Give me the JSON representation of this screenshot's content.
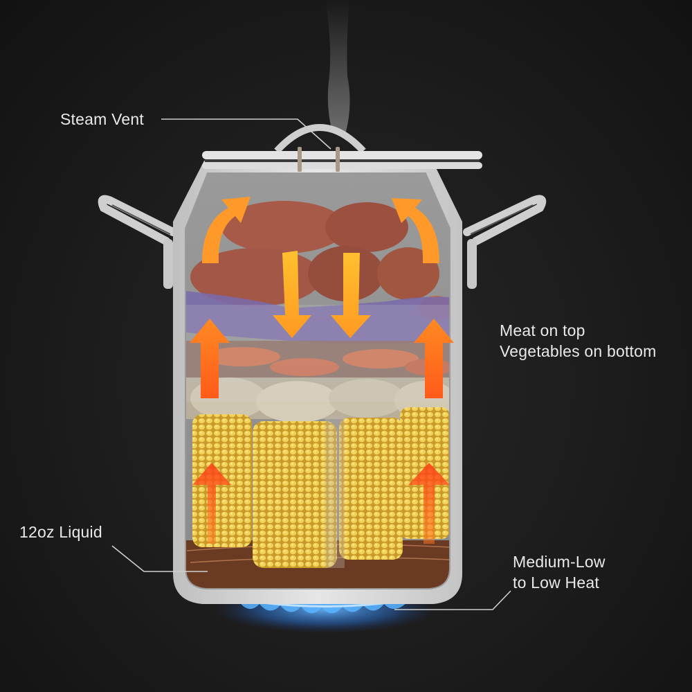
{
  "diagram": {
    "subject": "Stockpot steaming layers cutaway",
    "background_color": "#1c1c1c",
    "label_color": "#e9e9e9",
    "callouts": {
      "steam_vent": {
        "text": "Steam Vent"
      },
      "layering": {
        "line1": "Meat on top",
        "line2": "Vegetables on bottom"
      },
      "liquid": {
        "text": "12oz Liquid"
      },
      "heat": {
        "line1": "Medium-Low",
        "line2": "to Low Heat"
      }
    },
    "layers": [
      {
        "name": "sausages",
        "position": "top",
        "color": "#a85a45"
      },
      {
        "name": "purple cabbage",
        "position": "upper-middle",
        "color": "#7a6aa8"
      },
      {
        "name": "carrots",
        "position": "middle",
        "color": "#d9704a"
      },
      {
        "name": "potatoes",
        "position": "lower-middle",
        "color": "#cfc6b2"
      },
      {
        "name": "corn on the cob",
        "position": "bottom",
        "color": "#e9c24a"
      },
      {
        "name": "liquid",
        "position": "base",
        "color": "#6b3a22"
      }
    ],
    "arrows": {
      "up_lower_color": "#ff4a1a",
      "up_middle_color": "#ff7a1e",
      "curved_top_color": "#ff9a2a",
      "down_center_color": "#ffb52a"
    },
    "flame_color": "#3aa0ff",
    "pot_color": "#d8d8d8"
  }
}
